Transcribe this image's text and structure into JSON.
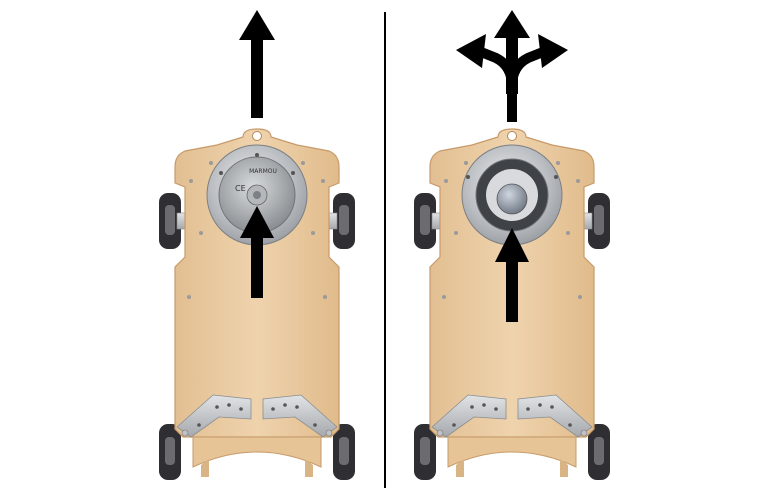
{
  "panels": [
    {
      "id": "left",
      "mode": "fixed",
      "direction_arrow": "straight-up-arrow",
      "mechanism": "locked-plate"
    },
    {
      "id": "right",
      "mode": "free",
      "direction_arrow": "three-way-arrow",
      "mechanism": "ball-caster"
    }
  ],
  "plate_label": "MARMOU",
  "ce_mark": "CE",
  "colors": {
    "background": "#ffffff",
    "arrow": "#000000",
    "wood": "#e8c9a0",
    "wood_edge": "#c79a6a",
    "metal": "#c7c9cc",
    "tire": "#2f2f33",
    "divider": "#000000"
  }
}
